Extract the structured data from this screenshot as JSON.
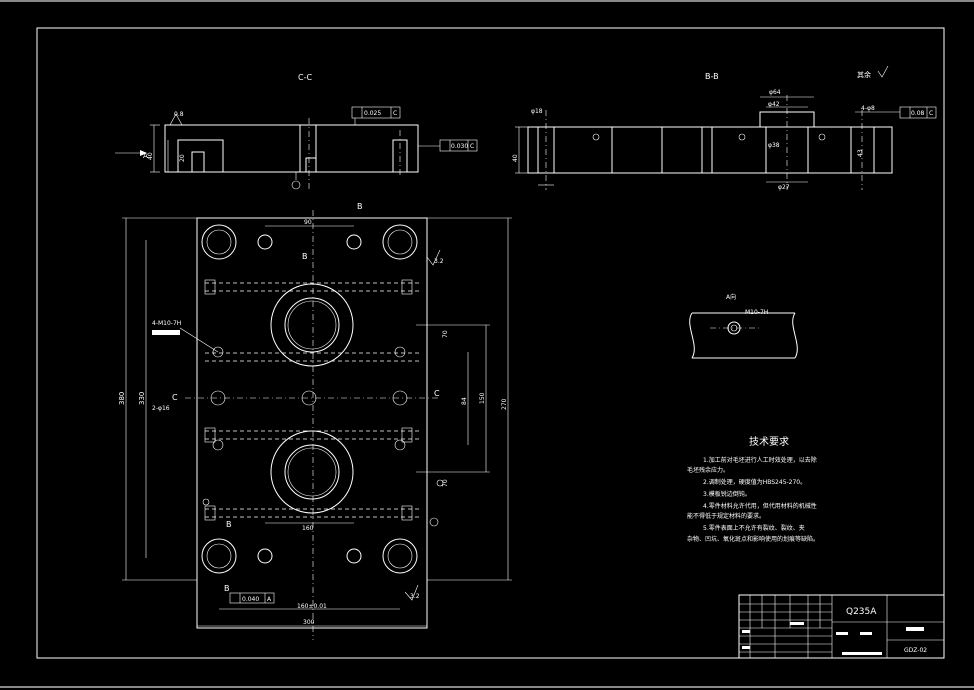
{
  "drawing": {
    "views": {
      "section_cc": {
        "label": "C-C"
      },
      "section_bb": {
        "label": "B-B"
      },
      "view_a": {
        "label": "A向",
        "thread": "M10-7H"
      },
      "roughness_rest": "其余"
    },
    "plan_view": {
      "cut_c_left": "C",
      "cut_c_right": "C",
      "cut_b_top": "B",
      "cut_b_mid": "B",
      "cut_b_low": "B",
      "cut_b_bottom": "B",
      "hole_note": "4-M10-7H",
      "hole_note2": "2-φ16",
      "dims": {
        "width_total": "300",
        "top_spacing": "90",
        "height_total": "380",
        "height_inner": "330",
        "right_a": "70",
        "right_b": "84",
        "right_c": "150",
        "right_total": "270",
        "right_d": "70",
        "bottom_inner": "160",
        "bottom_pitch": "160±0.01",
        "flatness": "0.040",
        "datum_a": "A",
        "roughness_mid": "3.2",
        "roughness_low": "3.2"
      }
    },
    "section_cc_dims": {
      "left_a": "40",
      "left_b": "20",
      "tol_top": "0.025",
      "tol_right": "0.030",
      "datum": "C",
      "arrow": "A",
      "rough": "0.8"
    },
    "section_bb_dims": {
      "d1": "φ64",
      "d2": "φ42",
      "d3": "φ38",
      "d4": "φ27",
      "left": "φ18",
      "note_right": "4-φ8",
      "tol": "0.08",
      "datum": "C",
      "h1": "40",
      "h2": "43"
    },
    "tech_requirements": {
      "title": "技术要求",
      "items": [
        "1.加工前对毛坯进行人工时效处理，以去除",
        "毛坯残余应力。",
        "2.调制处理，硬度值为HBS245-270。",
        "3.模板锐边倒钝。",
        "4.零件材料允许代用，但代用材料的机械性",
        "能不得低于规定材料的要求。",
        "5.零件表面上不允许有裂纹、裂纹、夹",
        "杂物、凹坑、氧化斑点和影响使用的划痕等缺陷。"
      ]
    },
    "title_block": {
      "material": "Q235A",
      "drawing_no": "GDZ-02"
    }
  }
}
